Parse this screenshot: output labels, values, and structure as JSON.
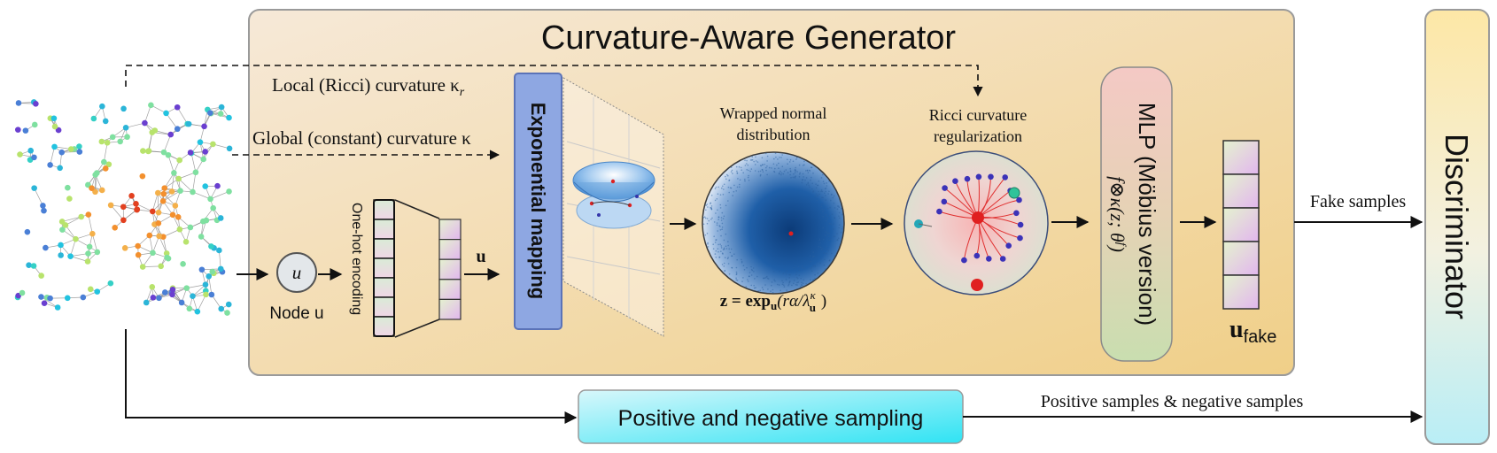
{
  "generator": {
    "title": "Curvature-Aware Generator"
  },
  "labels": {
    "local_curvature": "Local (Ricci) curvature κ",
    "local_curvature_sub": "r",
    "global_curvature": "Global (constant) curvature κ",
    "node_symbol": "u",
    "node_caption": "Node u",
    "one_hot": "One-hot encoding",
    "u_vector": "u",
    "exp_mapping": "Exponential mapping",
    "wrapped_line1": "Wrapped normal",
    "wrapped_line2": "distribution",
    "z_formula": "z = exp",
    "z_formula_sub": "u",
    "z_formula_rest": "(rα/λ",
    "z_formula_lambda_sup": "κ",
    "z_formula_lambda_sub": "u",
    "z_formula_close": ")",
    "ricci_line1": "Ricci curvature",
    "ricci_line2": "regularization",
    "mlp_title": "MLP (Möbius version)",
    "mlp_formula": "f⊗κ(z; θ",
    "mlp_formula_sup": "f",
    "mlp_formula_close": ")",
    "u_fake": "u",
    "u_fake_sub": "fake",
    "fake_samples": "Fake samples",
    "discriminator": "Discriminator",
    "sampling": "Positive and negative sampling",
    "pos_neg_samples": "Positive samples & negative samples"
  },
  "colors": {
    "generator_fill_start": "#f6e8d6",
    "generator_fill_end": "#f1d08a",
    "exp_box": "#8fa8e0",
    "discriminator_top": "#fde7a6",
    "discriminator_bottom": "#bfeef5",
    "sampling_start": "#c7f3f8",
    "sampling_end": "#33e6f5",
    "mlp_start": "#f3c7c9",
    "mlp_end": "#c7ddb0",
    "wrapped_dark": "#0e3f7f",
    "ricci_center": "#e02020"
  }
}
